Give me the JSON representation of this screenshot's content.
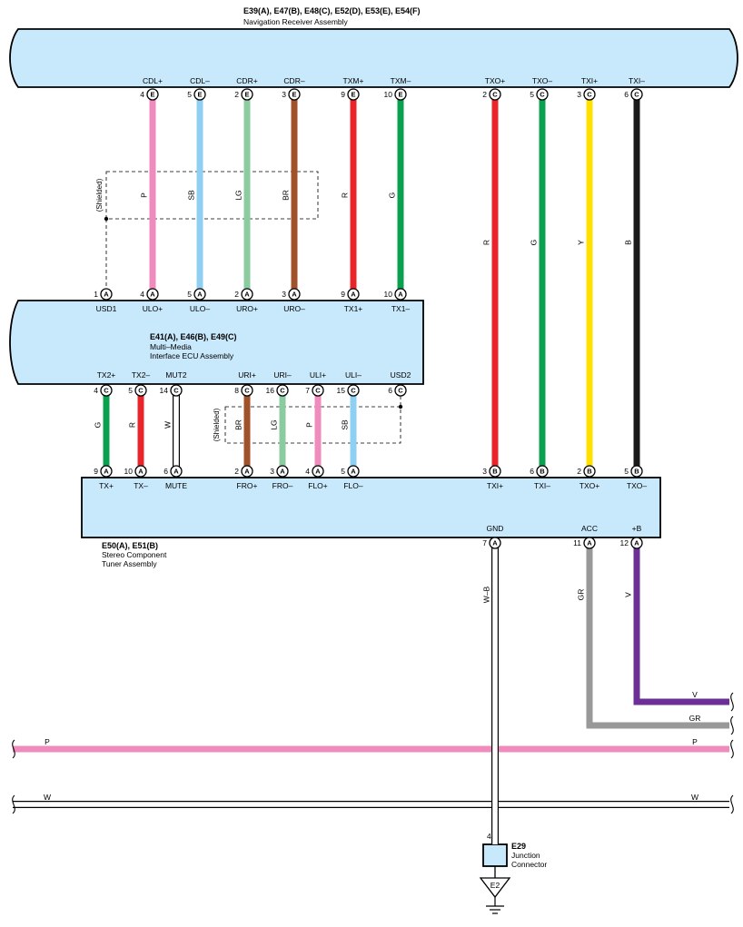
{
  "colors": {
    "P": "#ef8bbd",
    "SB": "#8fd0f2",
    "LG": "#8ccba0",
    "BR": "#a0522d",
    "R": "#e8252b",
    "G": "#0aa050",
    "Y": "#ffe000",
    "B": "#1a1a1a",
    "GR": "#999999",
    "V": "#6c2f95",
    "W": "#ffffff",
    "W-B": "#ffffff",
    "component_fill": "#c8e8fb"
  },
  "components": {
    "nav": {
      "title": "E39(A), E47(B), E48(C), E52(D), E53(E), E54(F)",
      "subtitle": "Navigation Receiver Assembly"
    },
    "ecu": {
      "title": "E41(A), E46(B), E49(C)",
      "line2": "Multi–Media",
      "line3": "Interface ECU Assembly"
    },
    "tuner": {
      "title": "E50(A), E51(B)",
      "line2": "Stereo Component",
      "line3": "Tuner Assembly"
    },
    "junction": {
      "title": "E29",
      "line2": "Junction",
      "line3": "Connector",
      "pin": "4"
    },
    "ground": {
      "label": "E2"
    }
  },
  "nav_pins": [
    {
      "label": "CDL+",
      "num": "4",
      "letter": "E"
    },
    {
      "label": "CDL–",
      "num": "5",
      "letter": "E"
    },
    {
      "label": "CDR+",
      "num": "2",
      "letter": "E"
    },
    {
      "label": "CDR–",
      "num": "3",
      "letter": "E"
    },
    {
      "label": "TXM+",
      "num": "9",
      "letter": "E"
    },
    {
      "label": "TXM–",
      "num": "10",
      "letter": "E"
    },
    {
      "label": "TXO+",
      "num": "2",
      "letter": "C"
    },
    {
      "label": "TXO–",
      "num": "5",
      "letter": "C"
    },
    {
      "label": "TXI+",
      "num": "3",
      "letter": "C"
    },
    {
      "label": "TXI–",
      "num": "6",
      "letter": "C"
    }
  ],
  "ecu_top_pins": [
    {
      "label": "USD1",
      "num": "1",
      "letter": "A"
    },
    {
      "label": "ULO+",
      "num": "4",
      "letter": "A"
    },
    {
      "label": "ULO–",
      "num": "5",
      "letter": "A"
    },
    {
      "label": "URO+",
      "num": "2",
      "letter": "A"
    },
    {
      "label": "URO–",
      "num": "3",
      "letter": "A"
    },
    {
      "label": "TX1+",
      "num": "9",
      "letter": "A"
    },
    {
      "label": "TX1–",
      "num": "10",
      "letter": "A"
    }
  ],
  "ecu_bottom_pins": [
    {
      "label": "TX2+",
      "num": "4",
      "letter": "C"
    },
    {
      "label": "TX2–",
      "num": "5",
      "letter": "C"
    },
    {
      "label": "MUT2",
      "num": "14",
      "letter": "C"
    },
    {
      "label": "URI+",
      "num": "8",
      "letter": "C"
    },
    {
      "label": "URI–",
      "num": "16",
      "letter": "C"
    },
    {
      "label": "ULI+",
      "num": "7",
      "letter": "C"
    },
    {
      "label": "ULI–",
      "num": "15",
      "letter": "C"
    },
    {
      "label": "USD2",
      "num": "6",
      "letter": "C"
    }
  ],
  "tuner_top_pins": [
    {
      "label": "TX+",
      "num": "9",
      "letter": "A"
    },
    {
      "label": "TX–",
      "num": "10",
      "letter": "A"
    },
    {
      "label": "MUTE",
      "num": "6",
      "letter": "A"
    },
    {
      "label": "FRO+",
      "num": "2",
      "letter": "A"
    },
    {
      "label": "FRO–",
      "num": "3",
      "letter": "A"
    },
    {
      "label": "FLO+",
      "num": "4",
      "letter": "A"
    },
    {
      "label": "FLO–",
      "num": "5",
      "letter": "A"
    },
    {
      "label": "TXI+",
      "num": "3",
      "letter": "B"
    },
    {
      "label": "TXI–",
      "num": "6",
      "letter": "B"
    },
    {
      "label": "TXO+",
      "num": "2",
      "letter": "B"
    },
    {
      "label": "TXO–",
      "num": "5",
      "letter": "B"
    }
  ],
  "tuner_bottom_pins": [
    {
      "label": "GND",
      "num": "7",
      "letter": "A"
    },
    {
      "label": "ACC",
      "num": "11",
      "letter": "A"
    },
    {
      "label": "+B",
      "num": "12",
      "letter": "A"
    }
  ],
  "wires_nav_ecu": [
    "P",
    "SB",
    "LG",
    "BR",
    "R",
    "G"
  ],
  "wires_nav_tuner": [
    "R",
    "G",
    "Y",
    "B"
  ],
  "wires_ecu_tuner": [
    "G",
    "R",
    "W",
    "BR",
    "LG",
    "P",
    "SB"
  ],
  "wires_power": {
    "gnd": "W–B",
    "acc": "GR",
    "b": "V"
  },
  "bus_labels": {
    "v_right": "V",
    "gr_right": "GR",
    "p_left": "P",
    "p_right": "P",
    "w_left": "W",
    "w_right": "W"
  },
  "shield_label": "(Shielded)"
}
